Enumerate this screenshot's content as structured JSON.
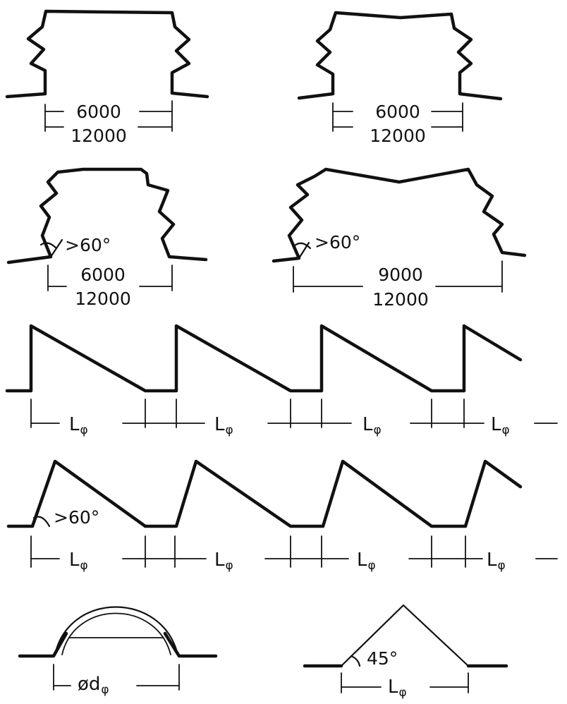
{
  "labels": {
    "d1_inner": "6000",
    "d1_outer": "12000",
    "d2_inner": "6000",
    "d2_outer": "12000",
    "d3_inner": "6000",
    "d3_outer": "12000",
    "d3_angle": ">60°",
    "d4_inner": "9000",
    "d4_outer": "12000",
    "d4_angle": ">60°",
    "saw_span": "L",
    "saw_span_sub": "φ",
    "d6_angle": ">60°",
    "arch_dim": "ød",
    "arch_dim_sub": "φ",
    "tri_angle": "45°",
    "tri_span": "L",
    "tri_span_sub": "φ"
  },
  "colors": {
    "ink": "#111111",
    "paper": "#ffffff"
  }
}
